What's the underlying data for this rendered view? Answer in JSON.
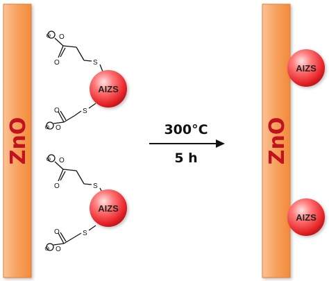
{
  "substrate": {
    "label": "ZnO"
  },
  "nanoparticle": {
    "label": "AIZS"
  },
  "ligand": {
    "sulfur": "S",
    "oxygen": "O",
    "charge": "⊖"
  },
  "reaction": {
    "condition_temperature": "300°C",
    "condition_time": "5 h"
  },
  "colors": {
    "substrate_fill": "#f7a15c",
    "substrate_edge": "#e87d35",
    "substrate_text": "#c1121f",
    "nanoparticle": "#e8262a",
    "nanoparticle_highlight": "#ffd0d0",
    "arrow": "#111111"
  }
}
